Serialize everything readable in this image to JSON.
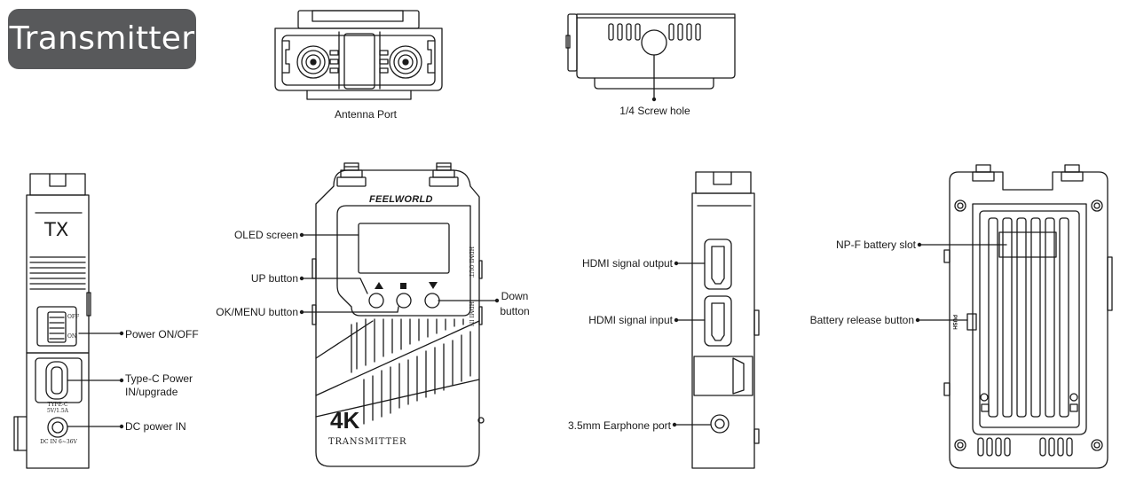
{
  "title": "Transmitter",
  "device": {
    "brand": "FEELWORLD",
    "model_large": "4K",
    "model_small": "TRANSMITTER",
    "side_tag": "TX",
    "switch_off": "OFF",
    "switch_on": "ON",
    "typec_print_1": "TYPE-C",
    "typec_print_2": "5V/1.5A",
    "dc_print": "DC IN 6~36V",
    "hdmi_out_print": "HDMI OUT",
    "hdmi_in_print": "HDMI IN",
    "push_print": "PUSH"
  },
  "callouts": {
    "antenna_port": "Antenna Port",
    "screw_hole": "1/4 Screw hole",
    "power_switch": "Power ON/OFF",
    "typec_line1": "Type-C Power",
    "typec_line2": "IN/upgrade",
    "dc_power": "DC power IN",
    "oled_screen": "OLED screen",
    "up_button": "UP button",
    "ok_menu_button": "OK/MENU button",
    "down_line1": "Down",
    "down_line2": "button",
    "hdmi_output": "HDMI signal output",
    "hdmi_input": "HDMI signal input",
    "earphone_port": "3.5mm Earphone port",
    "battery_slot": "NP-F battery slot",
    "battery_release": "Battery release button"
  }
}
